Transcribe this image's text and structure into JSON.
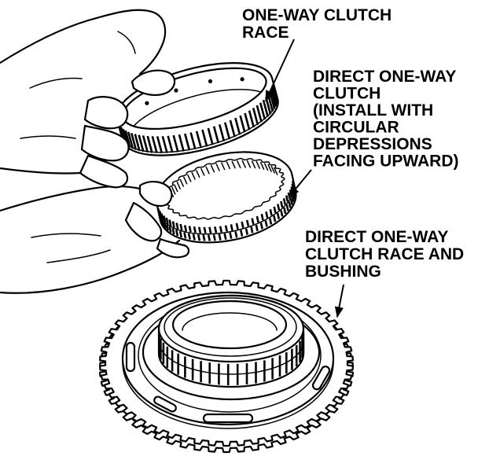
{
  "labels": {
    "one_way_clutch_race": [
      "ONE-WAY CLUTCH",
      "RACE"
    ],
    "direct_one_way_clutch": [
      "DIRECT ONE-WAY",
      "CLUTCH",
      "(INSTALL WITH",
      "CIRCULAR",
      "DEPRESSIONS",
      "FACING UPWARD)"
    ],
    "direct_one_way_clutch_race_and_bushing": [
      "DIRECT ONE-WAY",
      "CLUTCH RACE AND",
      "BUSHING"
    ]
  },
  "colors": {
    "ink": "#000000",
    "paper": "#ffffff"
  }
}
